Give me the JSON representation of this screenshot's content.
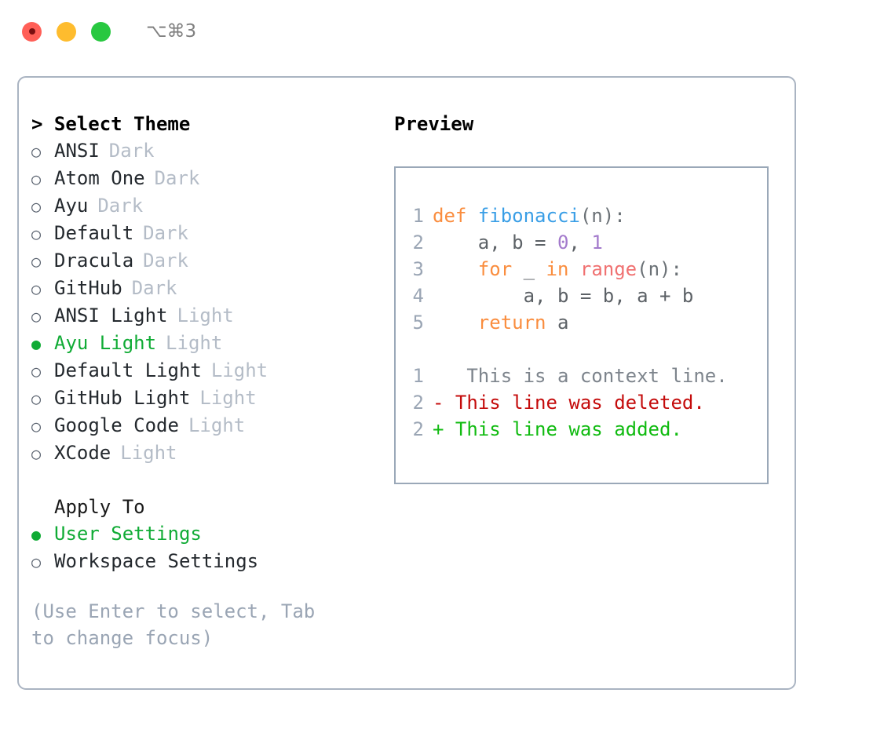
{
  "titlebar": {
    "shortcut": "⌥⌘3",
    "buttons": [
      {
        "name": "close",
        "color": "#ff5f57"
      },
      {
        "name": "minimize",
        "color": "#febc2e"
      },
      {
        "name": "maximize",
        "color": "#28c840"
      }
    ]
  },
  "theme_picker": {
    "heading": "> Select Theme",
    "selected_marker": "●",
    "unselected_marker": "○",
    "items": [
      {
        "marker": "○",
        "name": "ANSI",
        "category": "Dark",
        "selected": false
      },
      {
        "marker": "○",
        "name": "Atom One",
        "category": "Dark",
        "selected": false
      },
      {
        "marker": "○",
        "name": "Ayu",
        "category": "Dark",
        "selected": false
      },
      {
        "marker": "○",
        "name": "Default",
        "category": "Dark",
        "selected": false
      },
      {
        "marker": "○",
        "name": "Dracula",
        "category": "Dark",
        "selected": false
      },
      {
        "marker": "○",
        "name": "GitHub",
        "category": "Dark",
        "selected": false
      },
      {
        "marker": "○",
        "name": "ANSI Light",
        "category": "Light",
        "selected": false
      },
      {
        "marker": "●",
        "name": "Ayu Light",
        "category": "Light",
        "selected": true
      },
      {
        "marker": "○",
        "name": "Default Light",
        "category": "Light",
        "selected": false
      },
      {
        "marker": "○",
        "name": "GitHub Light",
        "category": "Light",
        "selected": false
      },
      {
        "marker": "○",
        "name": "Google Code",
        "category": "Light",
        "selected": false
      },
      {
        "marker": "○",
        "name": "XCode",
        "category": "Light",
        "selected": false
      }
    ]
  },
  "apply_to": {
    "heading": "Apply To",
    "items": [
      {
        "marker": "●",
        "label": "User Settings",
        "selected": true
      },
      {
        "marker": "○",
        "label": "Workspace Settings",
        "selected": false
      }
    ]
  },
  "hint": "(Use Enter to select, Tab to change focus)",
  "preview": {
    "title": "Preview",
    "code_lines": [
      {
        "number": "1",
        "tokens": [
          {
            "text": "def ",
            "type": "kw"
          },
          {
            "text": "fibonacci",
            "type": "fn"
          },
          {
            "text": "(n):",
            "type": "punc"
          }
        ]
      },
      {
        "number": "2",
        "tokens": [
          {
            "text": "    a, b = ",
            "type": "txt"
          },
          {
            "text": "0",
            "type": "num"
          },
          {
            "text": ", ",
            "type": "txt"
          },
          {
            "text": "1",
            "type": "num"
          }
        ]
      },
      {
        "number": "3",
        "tokens": [
          {
            "text": "    ",
            "type": "txt"
          },
          {
            "text": "for",
            "type": "kw"
          },
          {
            "text": " _ ",
            "type": "txt"
          },
          {
            "text": "in",
            "type": "kw"
          },
          {
            "text": " ",
            "type": "txt"
          },
          {
            "text": "range",
            "type": "call"
          },
          {
            "text": "(n):",
            "type": "punc"
          }
        ]
      },
      {
        "number": "4",
        "tokens": [
          {
            "text": "        a, b = b, a + b",
            "type": "txt"
          }
        ]
      },
      {
        "number": "5",
        "tokens": [
          {
            "text": "    ",
            "type": "txt"
          },
          {
            "text": "return",
            "type": "kw"
          },
          {
            "text": " a",
            "type": "txt"
          }
        ]
      }
    ],
    "diff_lines": [
      {
        "number": "1",
        "marker": " ",
        "text": "  This is a context line.",
        "type": "ctx"
      },
      {
        "number": "2",
        "marker": "-",
        "text": " This line was deleted.",
        "type": "del"
      },
      {
        "number": "2",
        "marker": "+",
        "text": " This line was added.",
        "type": "add"
      }
    ]
  },
  "colors": {
    "accent_green": "#10ab35",
    "keyword_orange": "#fa8d3e",
    "function_blue": "#399ee6",
    "number_purple": "#a37acc",
    "call_red": "#f07171",
    "diff_delete": "#c40b0b",
    "diff_add": "#11bb11",
    "muted": "#b4bcc7",
    "border": "#aab4c2"
  }
}
